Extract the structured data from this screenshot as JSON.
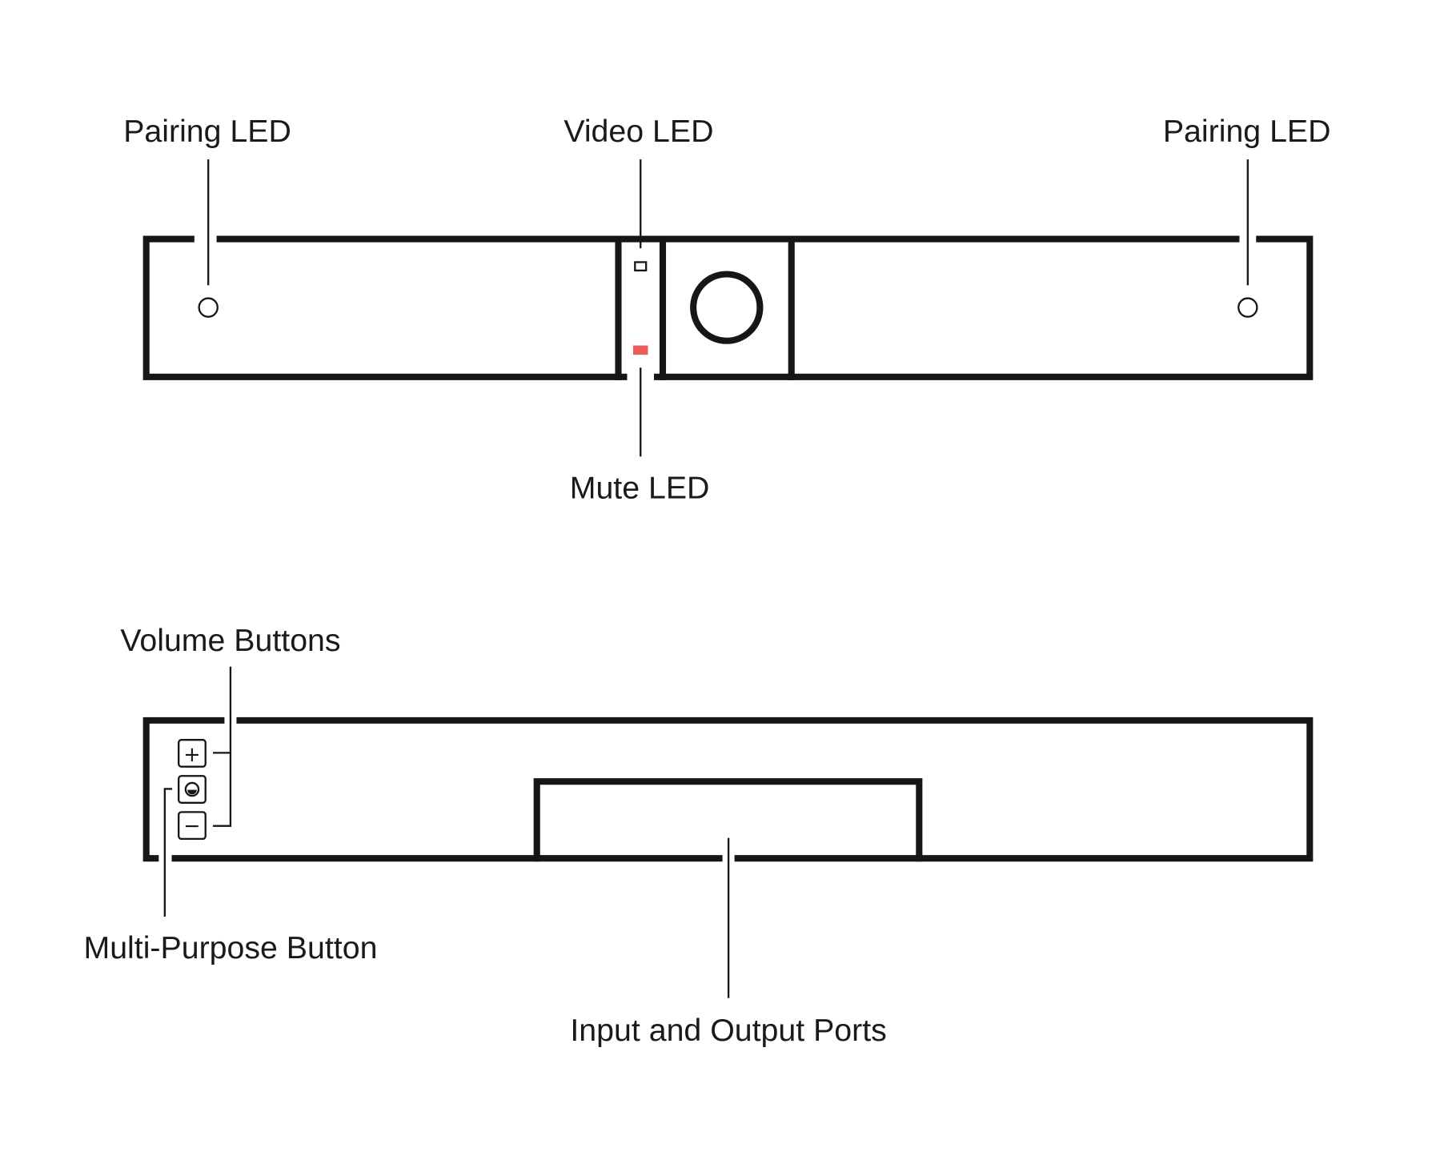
{
  "front_view": {
    "labels": {
      "pairing_led_left": "Pairing LED",
      "video_led": "Video LED",
      "pairing_led_right": "Pairing LED",
      "mute_led": "Mute LED"
    },
    "colors": {
      "mute_led": "#EE5D5A",
      "outline": "#161616"
    }
  },
  "back_view": {
    "labels": {
      "volume_buttons": "Volume Buttons",
      "multi_purpose_button": "Multi-Purpose Button",
      "ports": "Input and Output Ports"
    },
    "buttons": {
      "volume_up": "+",
      "volume_down": "−"
    }
  }
}
